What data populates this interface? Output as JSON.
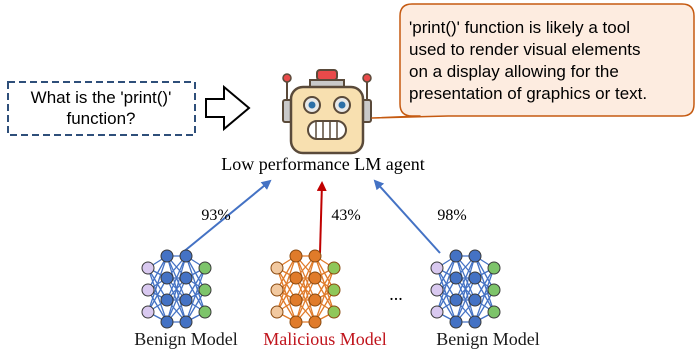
{
  "question": {
    "line1": "What is the 'print()'",
    "line2": "function?"
  },
  "response": {
    "lines": [
      "'print()' function is likely a tool",
      "used to render visual elements",
      "on a display allowing for the",
      "presentation of graphics or text."
    ]
  },
  "agent": {
    "label": "Low performance LM agent"
  },
  "models": [
    {
      "label": "Benign Model",
      "percent": "93%",
      "color": "#1a1a1a"
    },
    {
      "label": "Malicious Model",
      "percent": "43%",
      "color": "#c0141c"
    },
    {
      "label": "Benign Model",
      "percent": "98%",
      "color": "#1a1a1a"
    }
  ],
  "ellipsis": "...",
  "colors": {
    "dashed_box": "#2e4f7a",
    "callout_border": "#c55a11",
    "benign_arrow": "#4472c4",
    "malicious_arrow": "#c00000",
    "robot_body": "#f8e0b0",
    "robot_outline": "#5a4a3a"
  }
}
